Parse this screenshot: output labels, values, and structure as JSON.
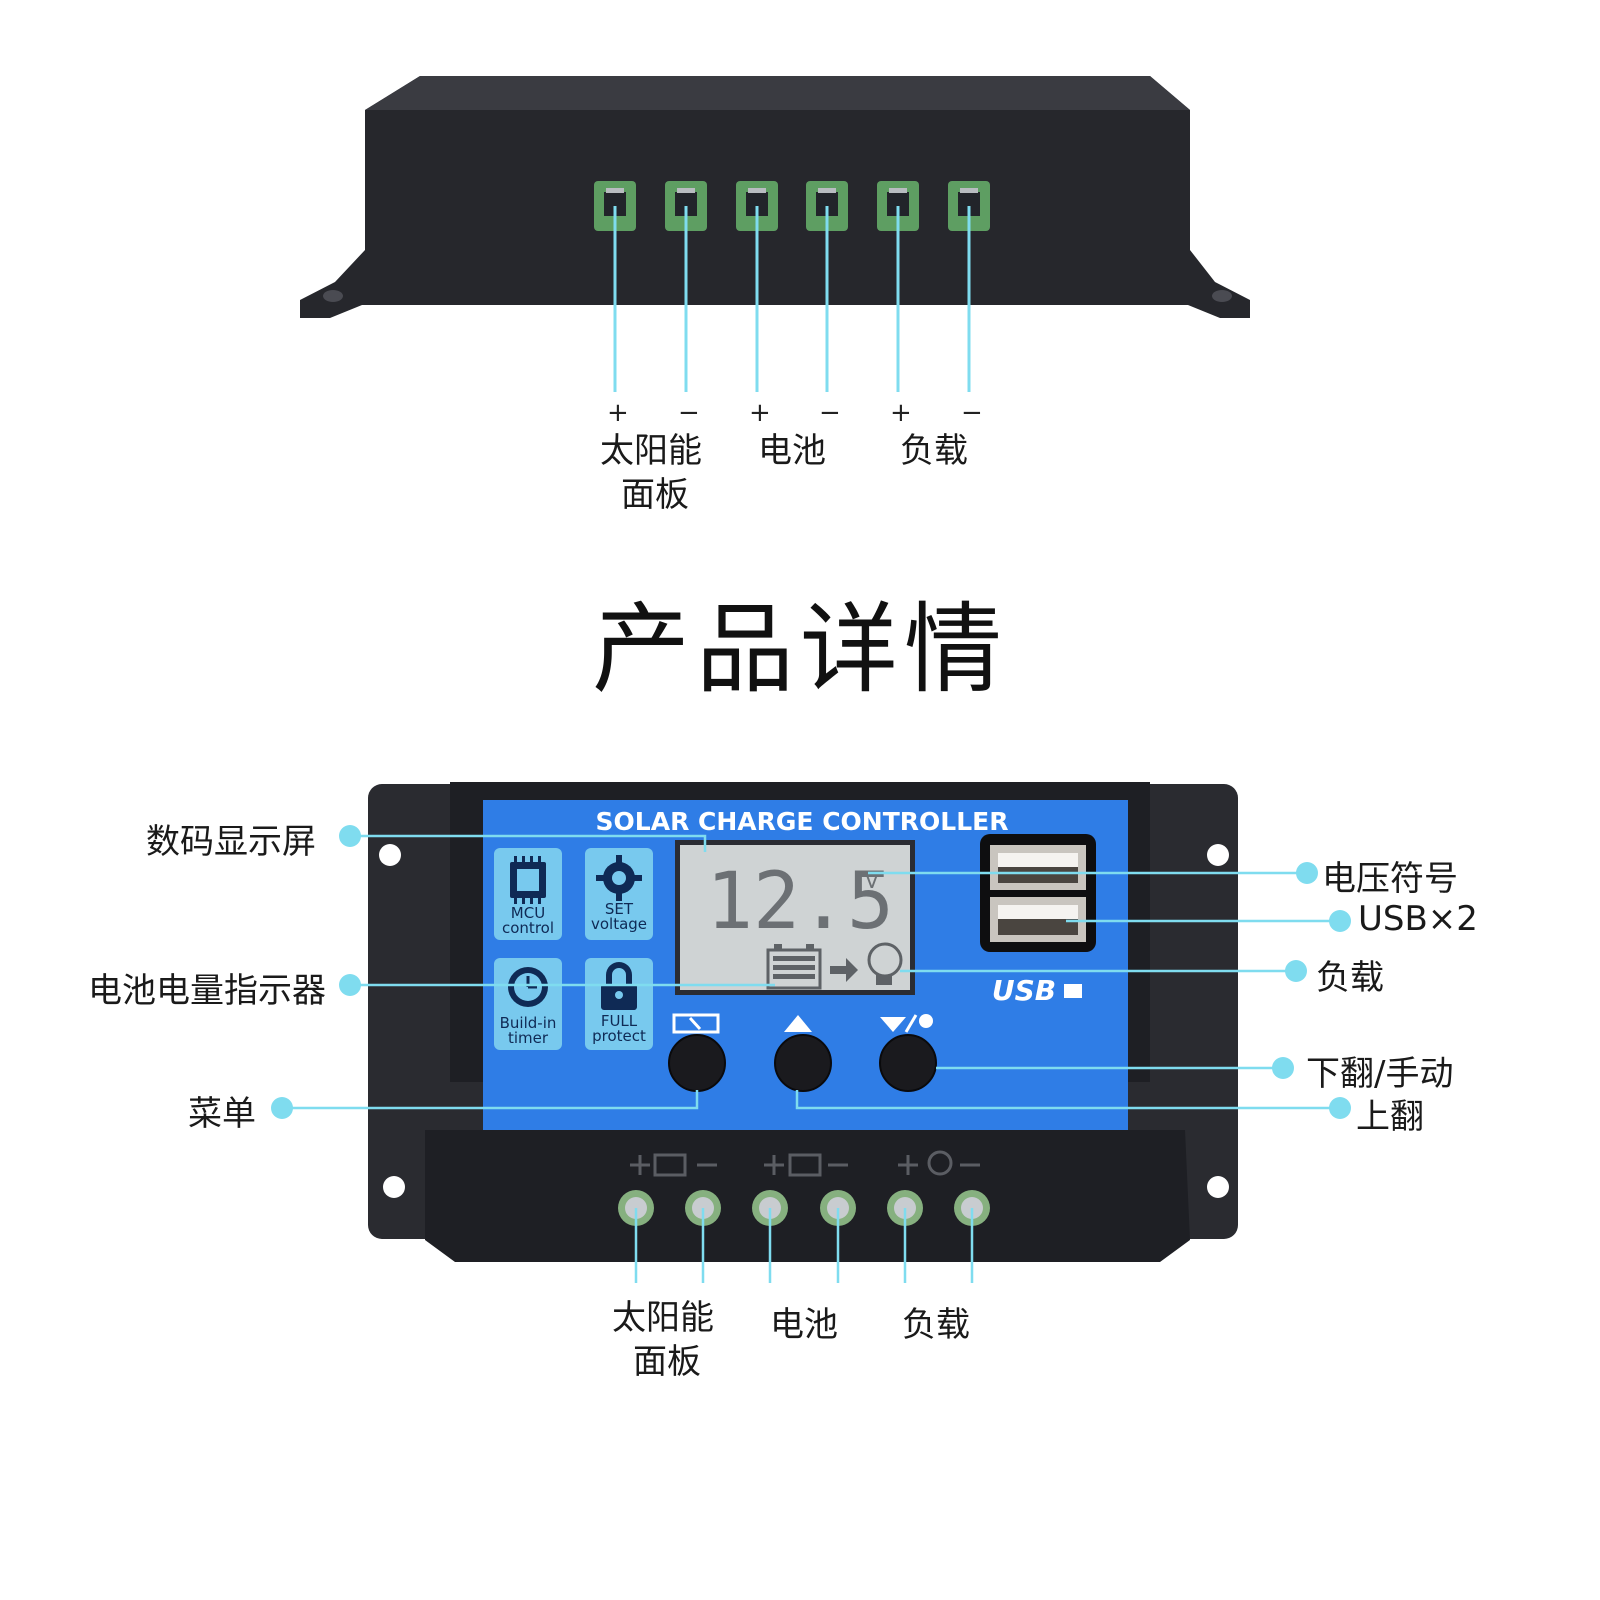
{
  "top_view": {
    "terminal_signs": [
      "+",
      "−",
      "+",
      "−",
      "+",
      "−"
    ],
    "labels": {
      "solar_line1": "太阳能",
      "solar_line2": "面板",
      "battery": "电池",
      "load": "负载"
    }
  },
  "title": "产品详情",
  "front_panel": {
    "header": "SOLAR CHARGE CONTROLLER",
    "display_value": "12.5",
    "display_unit": "V",
    "tiles": {
      "mcu_line1": "MCU",
      "mcu_line2": "control",
      "set_line1": "SET",
      "set_line2": "voltage",
      "timer_line1": "Build-in",
      "timer_line2": "timer",
      "protect_line1": "FULL",
      "protect_line2": "protect"
    },
    "usb_logo": "USB"
  },
  "callouts": {
    "display": "数码显示屏",
    "battery_indicator": "电池电量指示器",
    "menu": "菜单",
    "voltage_symbol": "电压符号",
    "usb": "USB×2",
    "load": "负载",
    "down_manual": "下翻/手动",
    "up": "上翻"
  },
  "bottom_labels": {
    "solar_line1": "太阳能",
    "solar_line2": "面板",
    "battery": "电池",
    "load": "负载"
  },
  "colors": {
    "callout_line": "#7fdcef",
    "panel_blue": "#2f7de6",
    "housing": "#2a2b30"
  }
}
